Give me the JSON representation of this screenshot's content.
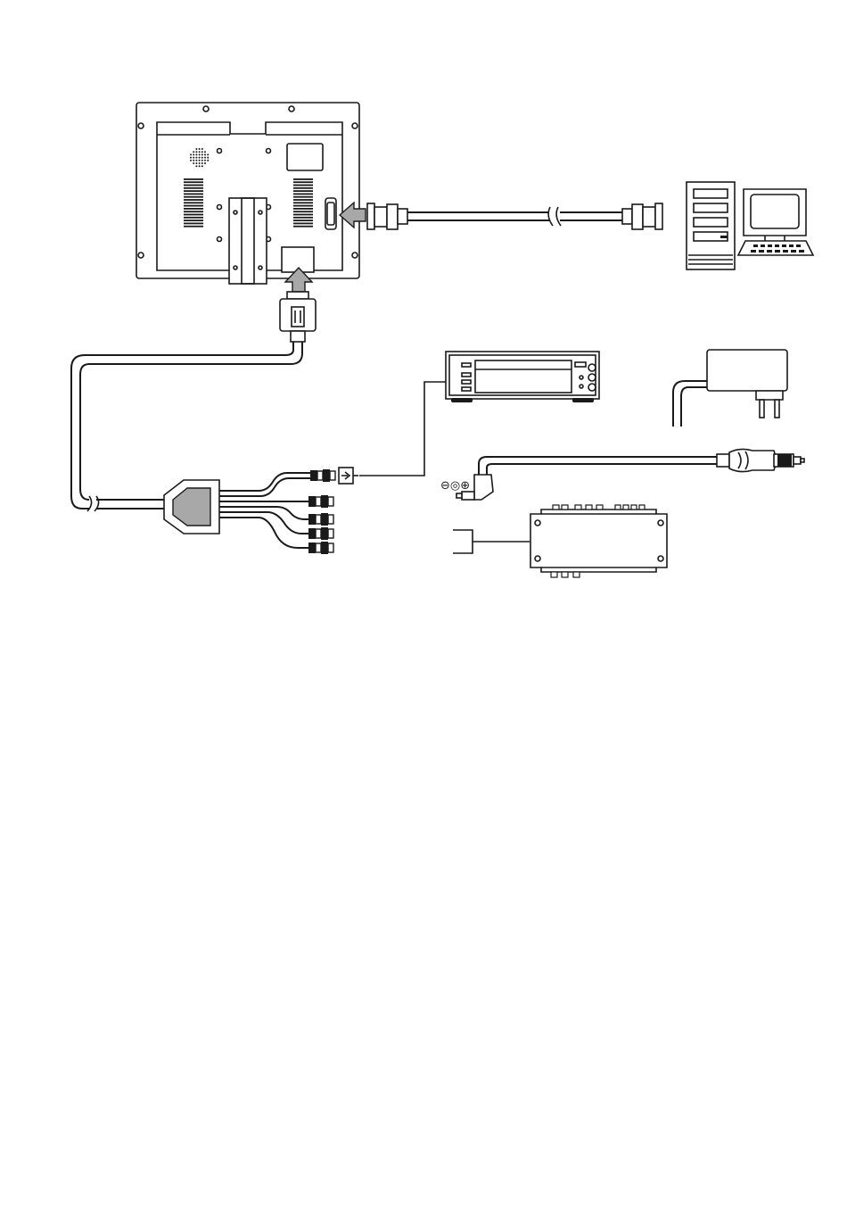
{
  "diagram": {
    "components": [
      {
        "name": "monitor-rear-panel"
      },
      {
        "name": "vga-cable"
      },
      {
        "name": "pc-computer"
      },
      {
        "name": "multi-pin-av-cable"
      },
      {
        "name": "video-recorder"
      },
      {
        "name": "ac-power-adapter"
      },
      {
        "name": "car-cigarette-power-cable"
      },
      {
        "name": "video-splitter-box"
      }
    ],
    "colors": {
      "line": "#1a1a1a",
      "arrow_fill": "#a8a8a8",
      "background": "#ffffff"
    },
    "polarity_symbols": "⊖◎⊕"
  }
}
